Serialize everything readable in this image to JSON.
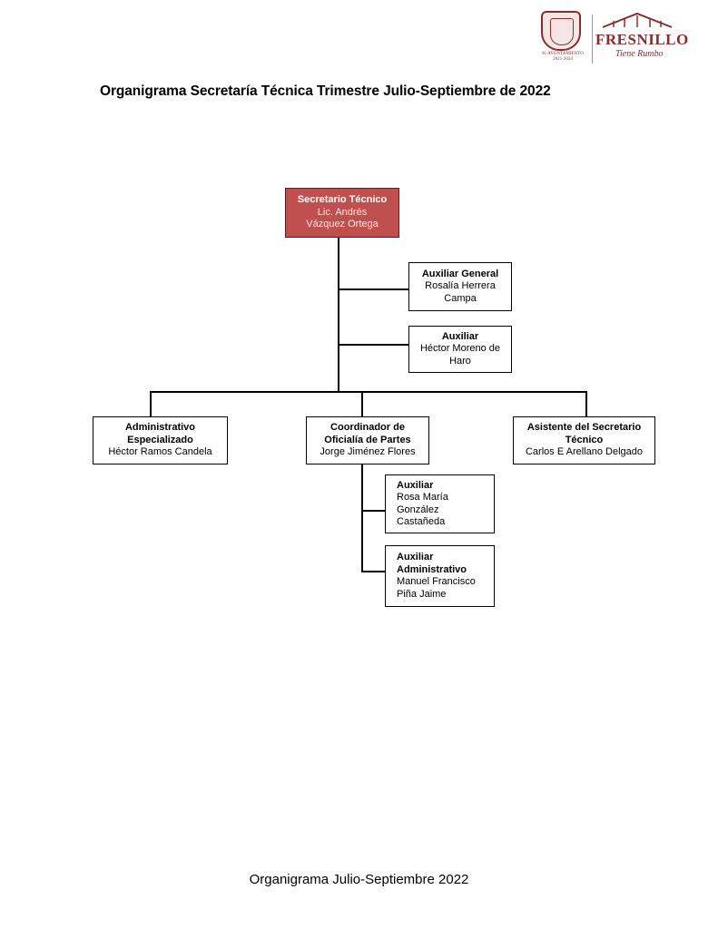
{
  "header": {
    "seal_caption_line1": "H. AYUNTAMIENTO",
    "seal_caption_line2": "2021-2024",
    "brand_name": "FRESNILLO",
    "brand_tagline": "Tiene Rumbo",
    "accent_color": "#8b2c2c"
  },
  "title": "Organigrama Secretaría Técnica Trimestre Julio-Septiembre de 2022",
  "org": {
    "chief": {
      "role": "Secretario Técnico",
      "name_line1": "Lic. Andrés",
      "name_line2": "Vázquez Ortega",
      "color": "#c0504d"
    },
    "aux_general": {
      "role": "Auxiliar General",
      "name_line1": "Rosalía Herrera",
      "name_line2": "Campa"
    },
    "aux": {
      "role": "Auxiliar",
      "name_line1": "Héctor Moreno de",
      "name_line2": "Haro"
    },
    "admin_esp": {
      "role_line1": "Administrativo",
      "role_line2": "Especializado",
      "name": "Héctor Ramos Candela"
    },
    "coordinador": {
      "role_line1": "Coordinador de",
      "role_line2": "Oficialía de Partes",
      "name": "Jorge Jiménez Flores"
    },
    "asistente": {
      "role_line1": "Asistente del Secretario",
      "role_line2": "Técnico",
      "name": "Carlos E Arellano Delgado"
    },
    "aux_rosa": {
      "role": "Auxiliar",
      "name_line1": "Rosa María",
      "name_line2": "González",
      "name_line3": "Castañeda"
    },
    "aux_admin": {
      "role_line1": "Auxiliar",
      "role_line2": "Administrativo",
      "name_line1": "Manuel Francisco",
      "name_line2": "Piña Jaime"
    }
  },
  "footer": "Organigrama Julio-Septiembre 2022"
}
